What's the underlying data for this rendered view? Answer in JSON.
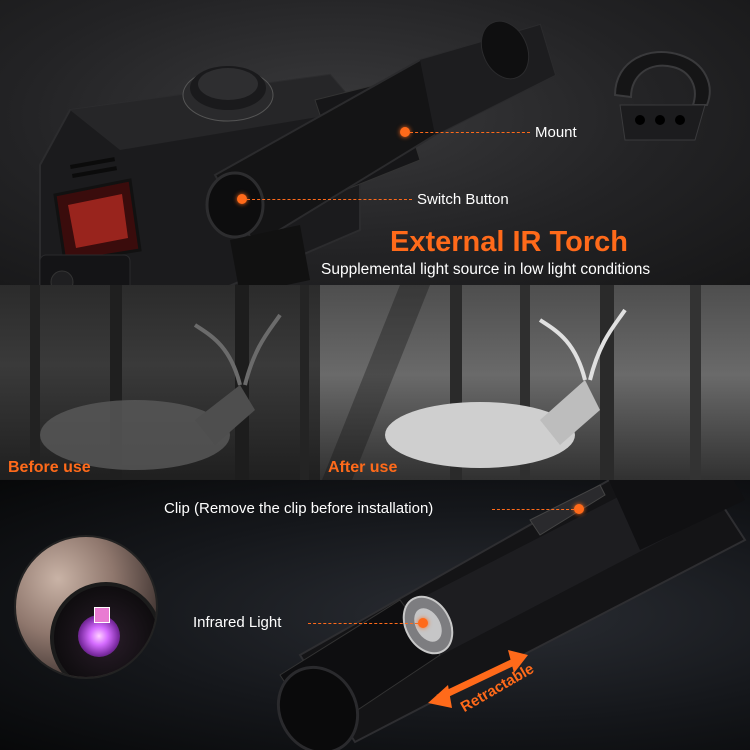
{
  "heading": {
    "title": "External IR Torch",
    "subtitle": "Supplemental light source in low light conditions"
  },
  "callouts": {
    "mount": "Mount",
    "switch_button": "Switch Button",
    "clip": "Clip (Remove the clip before installation)",
    "infrared_light": "Infrared Light",
    "retractable": "Retractable"
  },
  "comparison": {
    "before": "Before use",
    "after": "After use"
  },
  "colors": {
    "accent": "#ff6a1a",
    "text": "#ffffff",
    "background": "#1c1c1e"
  }
}
